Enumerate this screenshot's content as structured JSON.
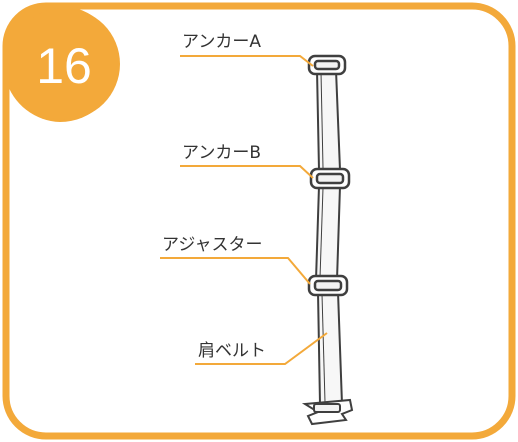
{
  "step": {
    "number": "16"
  },
  "labels": {
    "anchor_a": "アンカーA",
    "anchor_b": "アンカーB",
    "adjuster": "アジャスター",
    "shoulder_belt": "肩ベルト"
  },
  "colors": {
    "accent": "#f3a93a",
    "frame": "#f3a93a",
    "strap_outline": "#3f3f3f",
    "strap_fill": "#f2f2f2",
    "text": "#333333"
  }
}
